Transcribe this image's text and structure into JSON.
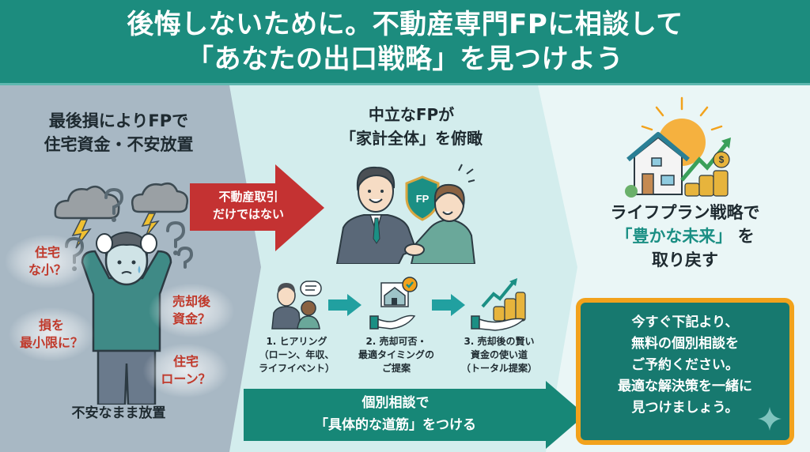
{
  "header": {
    "line1": "後悔しないために。不動産専門FPに相談して",
    "line2": "「あなたの出口戦略」を見つけよう"
  },
  "left_panel": {
    "title_line1": "最後損によりFPで",
    "title_line2": "住宅資金・不安放置",
    "worries": [
      {
        "line1": "住宅",
        "line2": "な小？"
      },
      {
        "line1": "損を",
        "line2": "最小限に？"
      },
      {
        "line1": "売却後",
        "line2": "資金？"
      },
      {
        "line1": "住宅",
        "line2": "ローン？"
      }
    ],
    "bottom_caption": "不安なまま放置"
  },
  "red_arrow": {
    "line1": "不動産取引",
    "line2": "だけではない"
  },
  "middle_panel": {
    "title_line1": "中立なFPが",
    "title_line2": "「家計全体」を俯瞰",
    "badge_text": "FP",
    "steps": [
      {
        "line1": "1. ヒアリング",
        "line2": "（ローン、年収、",
        "line3": "ライフイベント）"
      },
      {
        "line1": "2. 売却可否・",
        "line2": "最適タイミングの",
        "line3": "ご提案"
      },
      {
        "line1": "3. 売却後の賢い",
        "line2": "資金の使い道",
        "line3": "（トータル提案）"
      }
    ],
    "big_arrow_line1": "個別相談で",
    "big_arrow_line2": "「具体的な道筋」をつける"
  },
  "right_panel": {
    "title_line1": "ライフプラン戦略で",
    "title_highlight": "「豊かな未来」",
    "title_line2_suffix": "を",
    "title_line3": "取り戻す",
    "coin_symbol": "$",
    "cta_lines": [
      "今すぐ下記より、",
      "無料の個別相談を",
      "ご予約ください。",
      "最適な解決策を一緒に",
      "見つけましょう。"
    ]
  },
  "colors": {
    "header_teal": "#1c8c7e",
    "accent_red": "#c43232",
    "cta_orange_border": "#f2a21c",
    "cta_teal": "#17796f",
    "highlight_teal": "#1b8f84"
  }
}
